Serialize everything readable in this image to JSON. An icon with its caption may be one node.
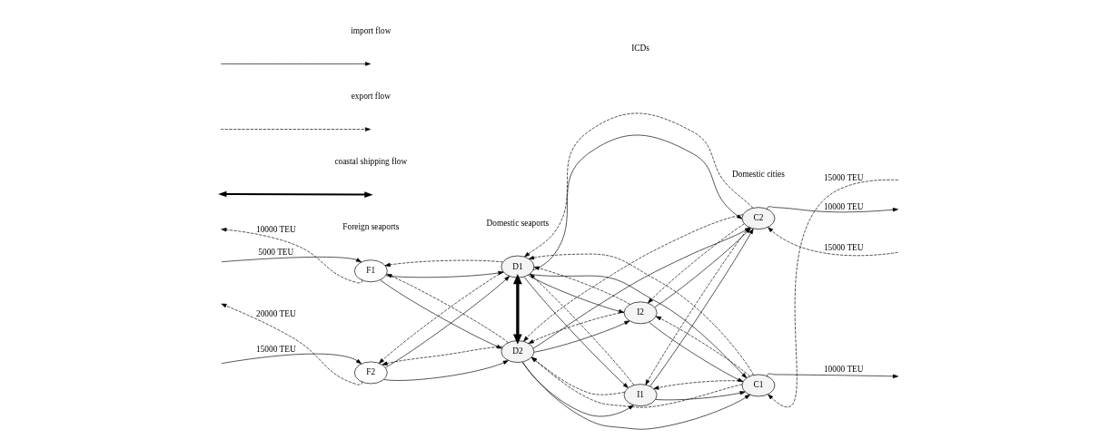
{
  "diagram": {
    "nodes": [
      {
        "text": [
          "F1"
        ]
      },
      {
        "text": [
          "F2"
        ]
      },
      {
        "text": [
          "D1"
        ]
      },
      {
        "text": [
          "D2"
        ]
      },
      {
        "text": [
          "I1"
        ]
      },
      {
        "text": [
          "I2"
        ]
      },
      {
        "text": [
          "C1"
        ]
      },
      {
        "text": [
          "C2"
        ]
      }
    ],
    "edges": [
      {
        "from": 0,
        "to": null,
        "arrow": "to",
        "style": "dashed",
        "label": "10000 TEU"
      },
      {
        "from": null,
        "to": 0,
        "arrow": "to",
        "label": "5000 TEU"
      },
      {
        "from": 1,
        "to": null,
        "arrow": "to",
        "style": "dashed",
        "label": "20000 TEU"
      },
      {
        "from": null,
        "to": 1,
        "arrow": "to",
        "label": "15000 TEU"
      },
      {
        "from": null,
        "to": 6,
        "arrow": "to",
        "style": "dashed",
        "label": "15000 TEU"
      },
      {
        "from": 6,
        "to": null,
        "arrow": "to",
        "label": "10000 TEU"
      },
      {
        "from": null,
        "to": 7,
        "arrow": "to",
        "style": "dashed",
        "label": "15000 TEU"
      },
      {
        "from": 7,
        "to": null,
        "arrow": "to",
        "label": "10000 TEU"
      },
      {
        "from": 0,
        "to": 2,
        "arrow": "to"
      },
      {
        "from": 2,
        "to": 0,
        "arrow": "to",
        "style": "dashed"
      },
      {
        "from": 0,
        "to": 3,
        "arrow": "to"
      },
      {
        "from": 3,
        "to": 0,
        "arrow": "to",
        "style": "dashed"
      },
      {
        "from": 1,
        "to": 2,
        "arrow": "to"
      },
      {
        "from": 2,
        "to": 1,
        "arrow": "to",
        "style": "dashed"
      },
      {
        "from": 1,
        "to": 3,
        "arrow": "to"
      },
      {
        "from": 3,
        "to": 1,
        "arrow": "to",
        "style": "dashed"
      },
      {
        "from": 2,
        "to": 3,
        "arrow": "both",
        "style": "thick"
      },
      {
        "from": 2,
        "to": 4,
        "arrow": "to"
      },
      {
        "from": 4,
        "to": 2,
        "arrow": "to",
        "style": "dashed"
      },
      {
        "from": 2,
        "to": 5,
        "arrow": "to"
      },
      {
        "from": 5,
        "to": 2,
        "arrow": "to",
        "style": "dashed"
      },
      {
        "from": 3,
        "to": 4,
        "arrow": "to"
      },
      {
        "from": 4,
        "to": 3,
        "arrow": "to",
        "style": "dashed"
      },
      {
        "from": 3,
        "to": 5,
        "arrow": "to"
      },
      {
        "from": 5,
        "to": 3,
        "arrow": "to",
        "style": "dashed"
      },
      {
        "from": 2,
        "to": 6,
        "arrow": "to"
      },
      {
        "from": 6,
        "to": 2,
        "arrow": "to",
        "style": "dashed"
      },
      {
        "from": 2,
        "to": 7,
        "arrow": "to"
      },
      {
        "from": 7,
        "to": 2,
        "arrow": "to",
        "style": "dashed"
      },
      {
        "from": 3,
        "to": 6,
        "arrow": "to"
      },
      {
        "from": 6,
        "to": 3,
        "arrow": "to",
        "style": "dashed"
      },
      {
        "from": 3,
        "to": 7,
        "arrow": "to"
      },
      {
        "from": 7,
        "to": 3,
        "arrow": "to",
        "style": "dashed"
      },
      {
        "from": 4,
        "to": 6,
        "arrow": "to"
      },
      {
        "from": 6,
        "to": 4,
        "arrow": "to",
        "style": "dashed"
      },
      {
        "from": 4,
        "to": 7,
        "arrow": "to"
      },
      {
        "from": 7,
        "to": 4,
        "arrow": "to",
        "style": "dashed"
      },
      {
        "from": 5,
        "to": 6,
        "arrow": "to"
      },
      {
        "from": 6,
        "to": 5,
        "arrow": "to",
        "style": "dashed"
      },
      {
        "from": 5,
        "to": 7,
        "arrow": "to"
      },
      {
        "from": 7,
        "to": 5,
        "arrow": "to",
        "style": "dashed"
      }
    ],
    "labels": [
      "Foreign seaports",
      "Domestic seaports",
      "ICDs",
      "Domestic cities"
    ],
    "legend": [
      {
        "text": "import flow"
      },
      {
        "text": "export flow"
      },
      {
        "text": "coastal shipping flow"
      }
    ]
  }
}
